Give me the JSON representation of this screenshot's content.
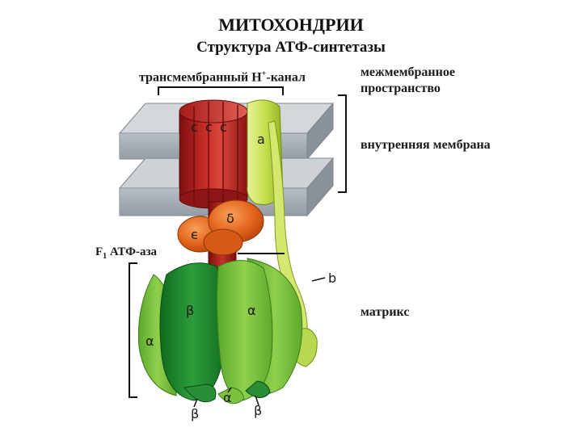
{
  "title": "МИТОХОНДРИИ",
  "subtitle": "Структура АТФ-синтетазы",
  "annotations": {
    "channel_prefix": "трансмембранный H",
    "channel_sup": "+",
    "channel_suffix": "-канал",
    "intermembrane_space": "межмембранное пространство",
    "inner_membrane": "внутренняя мембрана",
    "f1_main": "F",
    "f1_sub": "1",
    "f1_rest": " АТФ-аза",
    "matrix": "матрикс"
  },
  "subunits": {
    "c1": "c",
    "c2": "c",
    "c3": "c",
    "a": "a",
    "delta": "δ",
    "epsilon": "ϵ",
    "b": "b",
    "beta_left": "β",
    "alpha_mid": "α",
    "alpha_left": "α",
    "alpha_bottom": "α",
    "beta_bottom_left": "β",
    "beta_bottom_right": "β"
  },
  "colors": {
    "membrane_face": "#a9b0b6",
    "membrane_top": "#c9ced3",
    "c_ring": "#b01e1e",
    "c_ring_light": "#d2453a",
    "stalk_orange": "#e0621a",
    "a_subunit": "#c8df55",
    "b_stalk": "#d4e870",
    "beta_dark": "#1f8a2e",
    "alpha_light": "#7cc13f",
    "bracket": "#111111"
  }
}
